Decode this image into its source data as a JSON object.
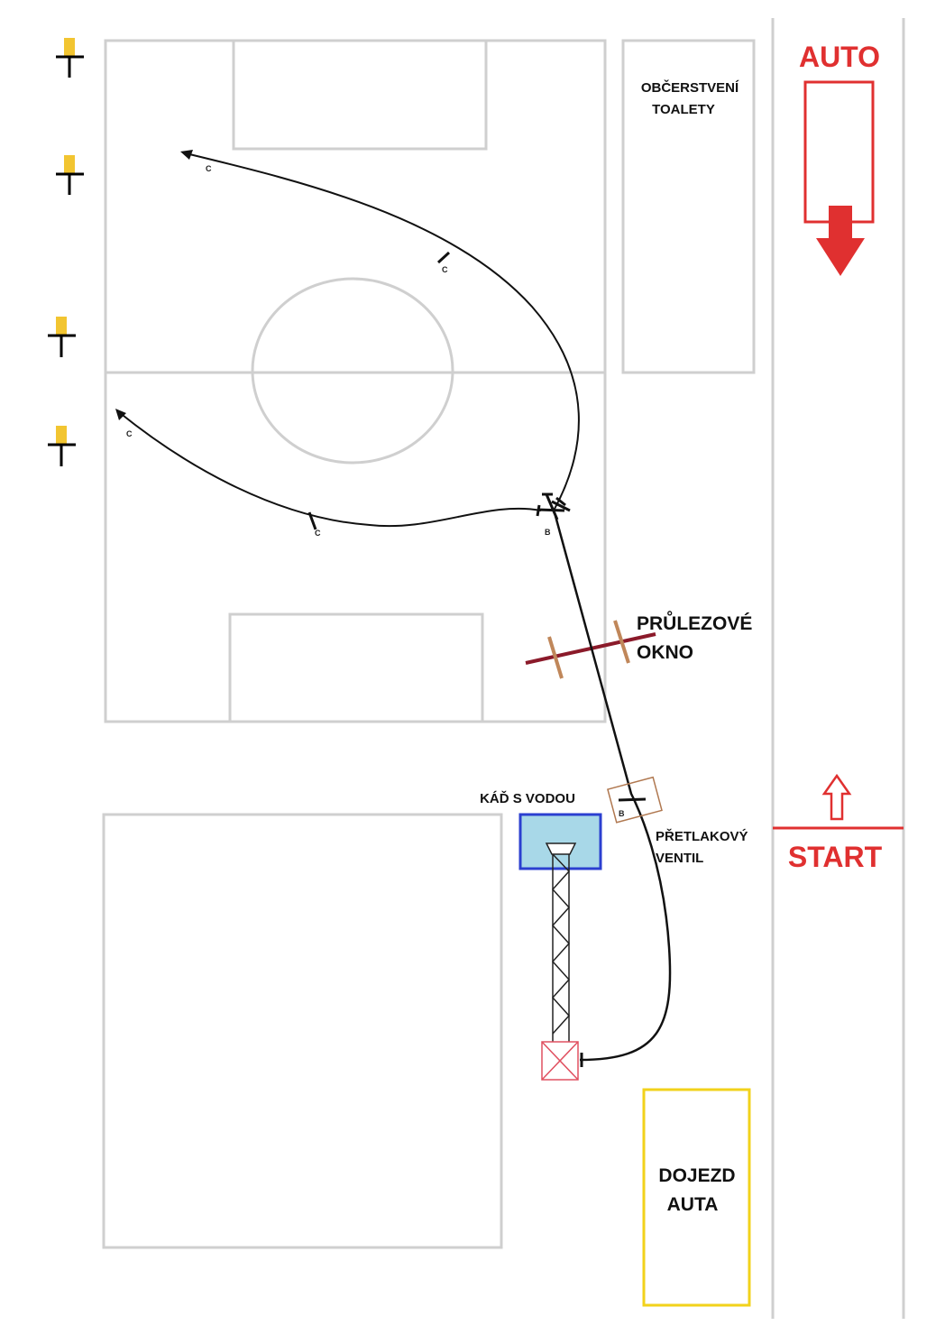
{
  "labels": {
    "refreshment": "OBČERSTVENÍ",
    "toilets": "TOALETY",
    "car": "AUTO",
    "start": "START",
    "window_line1": "PRŮLEZOVÉ",
    "window_line2": "OKNO",
    "tank": "KÁĎ S VODOU",
    "valve_line1": "PŘETLAKOVÝ",
    "valve_line2": "VENTIL",
    "car_return_line1": "DOJEZD",
    "car_return_line2": "AUTA",
    "splitter": "B",
    "valve_hose": "B",
    "hose_c": "C"
  },
  "colors": {
    "field": "#cccccc",
    "accent_red": "#e03030",
    "tank_fill": "#a8d8e8",
    "tank_border": "#2b3fd0",
    "car_return_border": "#f2d21b",
    "target_yellow": "#f2c531"
  }
}
